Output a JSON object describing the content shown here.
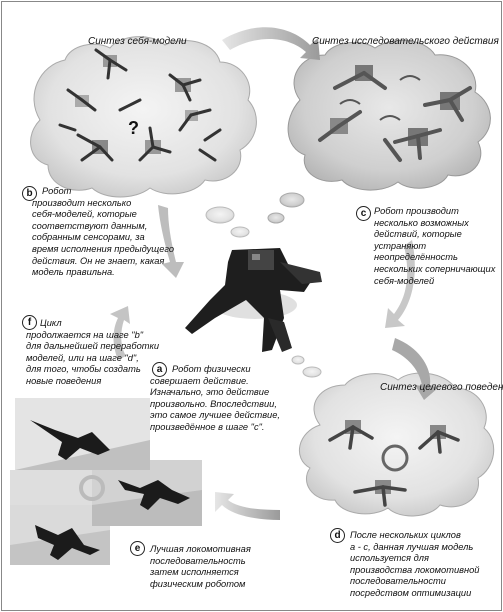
{
  "clouds": {
    "self_model": {
      "title": "Синтез себя-модели"
    },
    "action": {
      "title": "Синтез исследовательского действия"
    },
    "target": {
      "title": "Синтез целевого поведения"
    }
  },
  "steps": {
    "a": {
      "letter": "a",
      "lines": [
        "Робот физически",
        "совершает действие.",
        "Изначально, это действие",
        "произвольно. Впоследствии,",
        "это самое лучшее действие,",
        "произведённое в шаге \"c\"."
      ]
    },
    "b": {
      "letter": "b",
      "lines": [
        "Робот",
        "производит несколько",
        "себя-моделей, которые",
        "соответствуют данным,",
        "собранным сенсорами, за",
        "время исполнения предыдущего",
        "действия. Он не знает, какая",
        "модель правильна."
      ]
    },
    "c": {
      "letter": "c",
      "lines": [
        "Робот производит",
        "несколько возможных",
        "действий, которые",
        "устраняют",
        "неопределённость",
        "нескольких соперничающих",
        "себя-моделей"
      ]
    },
    "d": {
      "letter": "d",
      "lines": [
        "После нескольких циклов",
        "a - c, данная лучшая модель",
        "используется для",
        "производства локомотивной",
        "последовательности",
        "посредством оптимизации"
      ]
    },
    "e": {
      "letter": "e",
      "lines": [
        "Лучшая локомотивная",
        "последовательность",
        "затем исполняется",
        "физическим роботом"
      ]
    },
    "f": {
      "letter": "f",
      "lines": [
        "Цикл",
        "продолжается на шаге \"b\"",
        "для дальнейшей переработки",
        "моделей, или на шаге \"d\",",
        "для того, чтобы создать",
        "новые поведения"
      ]
    }
  },
  "question_mark": "?"
}
